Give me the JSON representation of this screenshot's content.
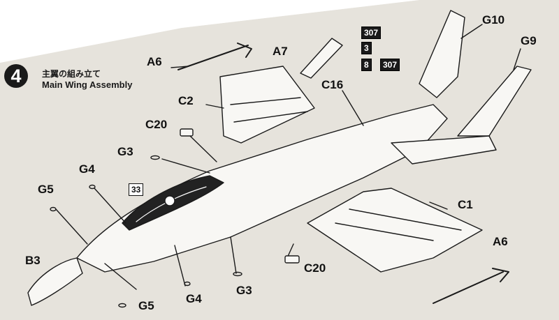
{
  "step": {
    "number": "4",
    "title_jp": "主翼の組み立て",
    "title_en": "Main Wing Assembly"
  },
  "labels": {
    "a6_top": "A6",
    "a7": "A7",
    "c16": "C16",
    "c2": "C2",
    "c20_top": "C20",
    "g3_top": "G3",
    "g4_left": "G4",
    "g5_left": "G5",
    "b3": "B3",
    "g5_bottom": "G5",
    "g4_bottom": "G4",
    "g3_bottom": "G3",
    "c20_bottom": "C20",
    "c1": "C1",
    "a6_bottom": "A6",
    "g10": "G10",
    "g9": "G9"
  },
  "boxes": {
    "b307_top": "307",
    "b3": "3",
    "b8": "8",
    "b307_right": "307",
    "b33": "33"
  }
}
